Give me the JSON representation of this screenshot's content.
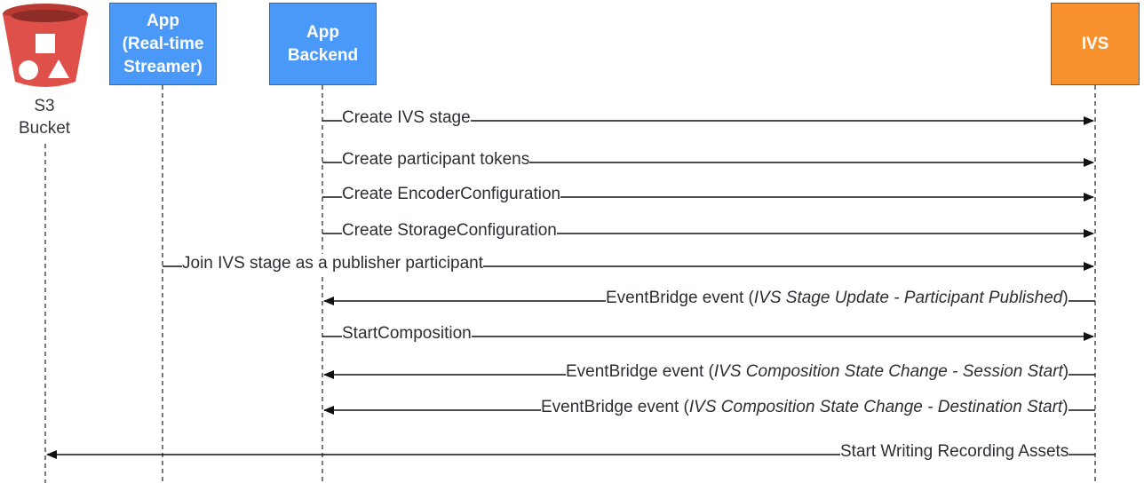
{
  "participants": {
    "s3": {
      "label": "S3\nBucket",
      "icon": "s3-bucket-icon",
      "color": "#e0504a"
    },
    "streamer": {
      "label": "App\n(Real-time\nStreamer)",
      "color": "#4a98f7"
    },
    "backend": {
      "label": "App\nBackend",
      "color": "#4a98f7"
    },
    "ivs": {
      "label": "IVS",
      "color": "#f7922f"
    }
  },
  "messages": [
    {
      "from": "backend",
      "to": "ivs",
      "text": "Create IVS stage"
    },
    {
      "from": "backend",
      "to": "ivs",
      "text": "Create participant tokens"
    },
    {
      "from": "backend",
      "to": "ivs",
      "text": "Create EncoderConfiguration"
    },
    {
      "from": "backend",
      "to": "ivs",
      "text": "Create StorageConfiguration"
    },
    {
      "from": "streamer",
      "to": "ivs",
      "text": "Join IVS stage as a publisher participant"
    },
    {
      "from": "ivs",
      "to": "backend",
      "text": "EventBridge event (",
      "em": "IVS Stage Update - Participant Published",
      "suffix": ")"
    },
    {
      "from": "backend",
      "to": "ivs",
      "text": "StartComposition"
    },
    {
      "from": "ivs",
      "to": "backend",
      "text": "EventBridge event (",
      "em": "IVS Composition State Change  - Session Start",
      "suffix": ")"
    },
    {
      "from": "ivs",
      "to": "backend",
      "text": "EventBridge event (",
      "em": "IVS Composition State Change  - Destination Start",
      "suffix": ")"
    },
    {
      "from": "ivs",
      "to": "s3",
      "text": "Start Writing Recording Assets"
    }
  ]
}
